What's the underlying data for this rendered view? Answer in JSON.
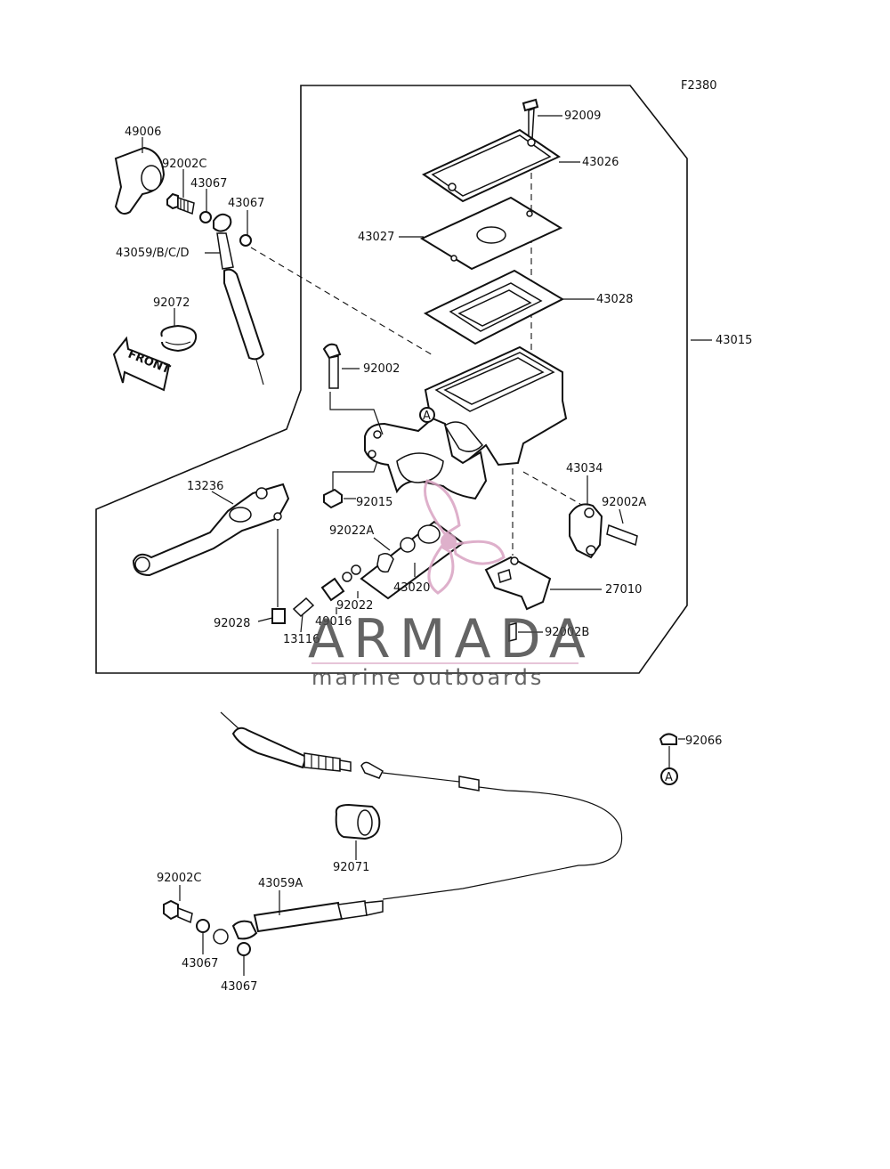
{
  "figure_code": "F2380",
  "part_labels": {
    "p49006": "49006",
    "p92002c_top": "92002C",
    "p43067_a": "43067",
    "p43067_b": "43067",
    "p43059bcd": "43059/B/C/D",
    "p92072": "92072",
    "front": "FRONT",
    "p92009": "92009",
    "p43026": "43026",
    "p43027": "43027",
    "p43028": "43028",
    "p43015": "43015",
    "p92002": "92002",
    "p13236": "13236",
    "p92015": "92015",
    "p43034": "43034",
    "p92002a": "92002A",
    "p92022a": "92022A",
    "p43020": "43020",
    "p27010": "27010",
    "p92022": "92022",
    "p49016": "49016",
    "p92028": "92028",
    "p13116": "13116",
    "p92002b": "92002B",
    "p92066": "92066",
    "p92071": "92071",
    "p92002c_bot": "92002C",
    "p43059a": "43059A",
    "p43067_c": "43067",
    "p43067_d": "43067"
  },
  "reference_marker": "A",
  "watermark": {
    "brand": "ARMADA",
    "tagline": "marine outboards",
    "accent_color": "#d9a3c2"
  }
}
